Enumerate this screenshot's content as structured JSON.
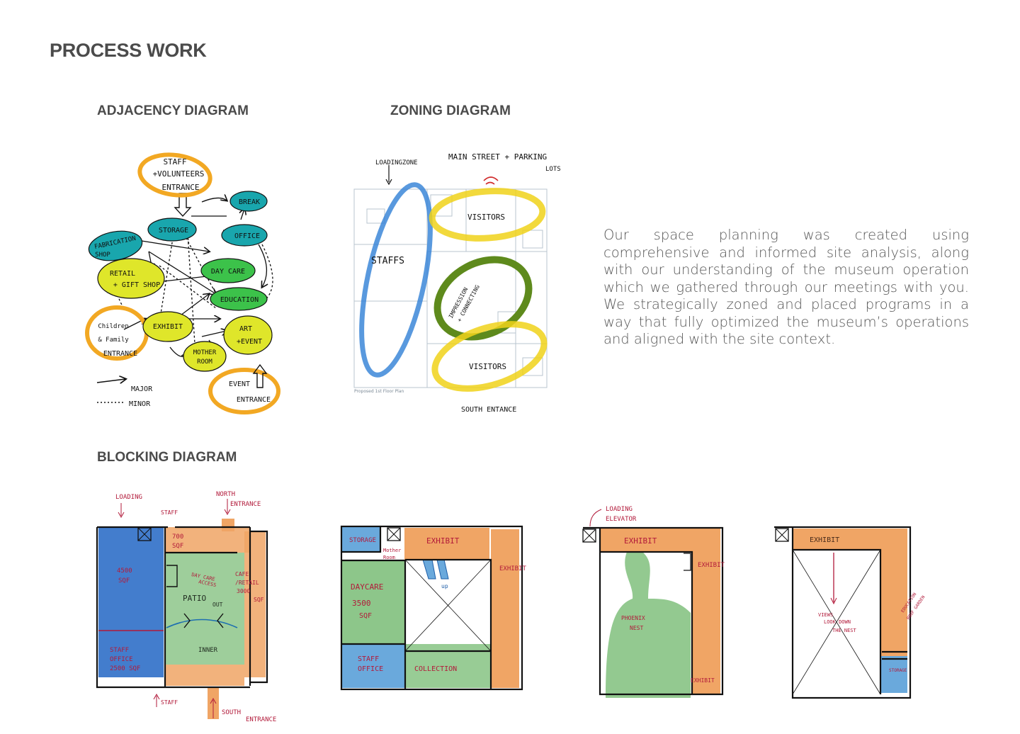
{
  "page": {
    "title": "PROCESS WORK",
    "adjacency_heading": "ADJACENCY DIAGRAM",
    "zoning_heading": "ZONING DIAGRAM",
    "blocking_heading": "BLOCKING DIAGRAM",
    "description": "Our space planning was created using comprehensive and informed site analysis, along with our understanding of the museum operation which we gathered through our meetings with you. We strategically zoned and placed programs in a way that fully optimized the museum’s operations and aligned with the site context."
  },
  "adjacency": {
    "staff_entrance": [
      "STAFF",
      "+VOLUNTEERS",
      "ENTRANCE"
    ],
    "break": "BREAK",
    "storage": "STORAGE",
    "office": "OFFICE",
    "fabrication": [
      "FABRICATION",
      "SHOP"
    ],
    "retail": [
      "RETAIL",
      "+ GIFT SHOP"
    ],
    "daycare": "DAY CARE",
    "education": "EDUCATION",
    "children_entrance": [
      "Children",
      "& Family",
      "ENTRANCE"
    ],
    "exhibit": "EXHIBIT",
    "art": [
      "ART",
      "+EVENT"
    ],
    "mother": [
      "MOTHER",
      "ROOM"
    ],
    "event_entrance": [
      "EVENT",
      "ENTRANCE"
    ],
    "legend_major": "MAJOR",
    "legend_minor": "MINOR",
    "colors": {
      "orange": "#f2a823",
      "teal": "#19a6ad",
      "yellowgreen": "#dfe62a",
      "green": "#3cc24a"
    }
  },
  "zoning": {
    "loading": "LOADINGZONE",
    "main_street": "MAIN STREET + PARKING",
    "lots": "LOTS",
    "visitors_top": "VISITORS",
    "staffs": "STAFFS",
    "impression": [
      "IMPRESSION",
      "+ CONNECTING"
    ],
    "visitors_bottom": "VISITORS",
    "south": "SOUTH ENTANCE",
    "plan_caption": "Proposed 1st Floor Plan",
    "colors": {
      "blue": "#2f7fd6",
      "yellow": "#f0d21a",
      "olive": "#5e8a1c"
    }
  },
  "blocking": {
    "p1": {
      "loading": "LOADING",
      "staff_top": "STAFF",
      "north": "NORTH",
      "north2": "ENTRANCE",
      "sf700": [
        "700",
        "SQF"
      ],
      "sf4500": [
        "4500",
        "SQF"
      ],
      "daycare_access": [
        "DAY CARE",
        "ACCESS"
      ],
      "cafe": [
        "CAFE",
        "/RETAIL",
        "3000",
        "SQF"
      ],
      "patio": [
        "PATIO",
        "OUT"
      ],
      "inner": "INNER",
      "staff_office": [
        "STAFF",
        "OFFICE",
        "2500 SQF"
      ],
      "staff_bottom": "STAFF",
      "south": "SOUTH",
      "south2": "ENTRANCE"
    },
    "p2": {
      "storage": "STORAGE",
      "mother": [
        "Mother",
        "Room"
      ],
      "exhibit_top": "EXHIBIT",
      "exhibit_right": "EXHIBIT",
      "up": "up",
      "daycare": [
        "DAYCARE",
        "3500",
        "SQF"
      ],
      "staff_office": [
        "STAFF",
        "OFFICE"
      ],
      "collection": "COLLECTION"
    },
    "p3": {
      "loading": "LOADING",
      "elevator": "ELEVATOR",
      "exhibit_top": "EXHIBIT",
      "exhibit_right": "EXHIBIT",
      "phoenix": [
        "PHOENIX",
        "NEST"
      ],
      "exhibit_bottom": "EXHIBIT"
    },
    "p4": {
      "exhibit": "EXHIBIT",
      "views": [
        "VIEWS",
        "LOOK DOWN",
        "THE NEST"
      ],
      "education": [
        "EDUCATION",
        "ROOF GARDEN"
      ],
      "storage": "STORAGE"
    },
    "colors": {
      "blue": "#2f6fc8",
      "green": "#8dc68a",
      "orange": "#f0a565",
      "lightblue": "#6aa9dc",
      "red": "#b21a3a"
    }
  }
}
